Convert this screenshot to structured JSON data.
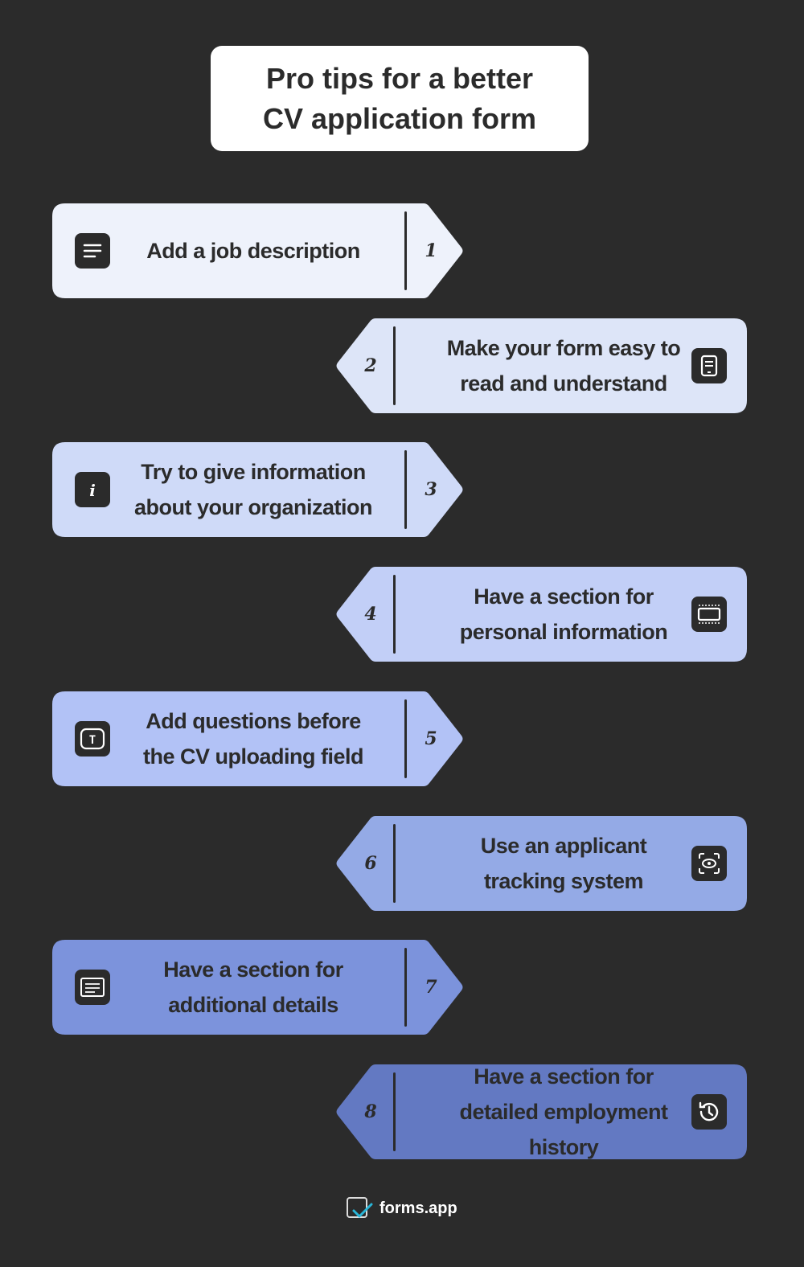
{
  "title": "Pro tips for a better CV application form",
  "background_color": "#2b2b2b",
  "tips": [
    {
      "number": "1",
      "text": "Add a job description",
      "icon": "text-lines-icon",
      "color": "#eef2fb",
      "side": "left"
    },
    {
      "number": "2",
      "text": "Make your form easy to read and understand",
      "icon": "document-icon",
      "color": "#dde5f8",
      "side": "right"
    },
    {
      "number": "3",
      "text": "Try to give information about your organization",
      "icon": "info-icon",
      "color": "#cfdaf8",
      "side": "left"
    },
    {
      "number": "4",
      "text": "Have a section for personal information",
      "icon": "section-icon",
      "color": "#c2cff7",
      "side": "right"
    },
    {
      "number": "5",
      "text": "Add questions before the CV uploading field",
      "icon": "text-field-icon",
      "color": "#b2c2f6",
      "side": "left"
    },
    {
      "number": "6",
      "text": "Use an applicant tracking system",
      "icon": "scan-icon",
      "color": "#94aae6",
      "side": "right"
    },
    {
      "number": "7",
      "text": "Have a section for additional details",
      "icon": "paragraph-icon",
      "color": "#7c93dc",
      "side": "left"
    },
    {
      "number": "8",
      "text": "Have a section for detailed employment history",
      "icon": "history-icon",
      "color": "#6379c2",
      "side": "right"
    }
  ],
  "footer": {
    "brand": "forms.app",
    "accent": "#29b6d8"
  }
}
